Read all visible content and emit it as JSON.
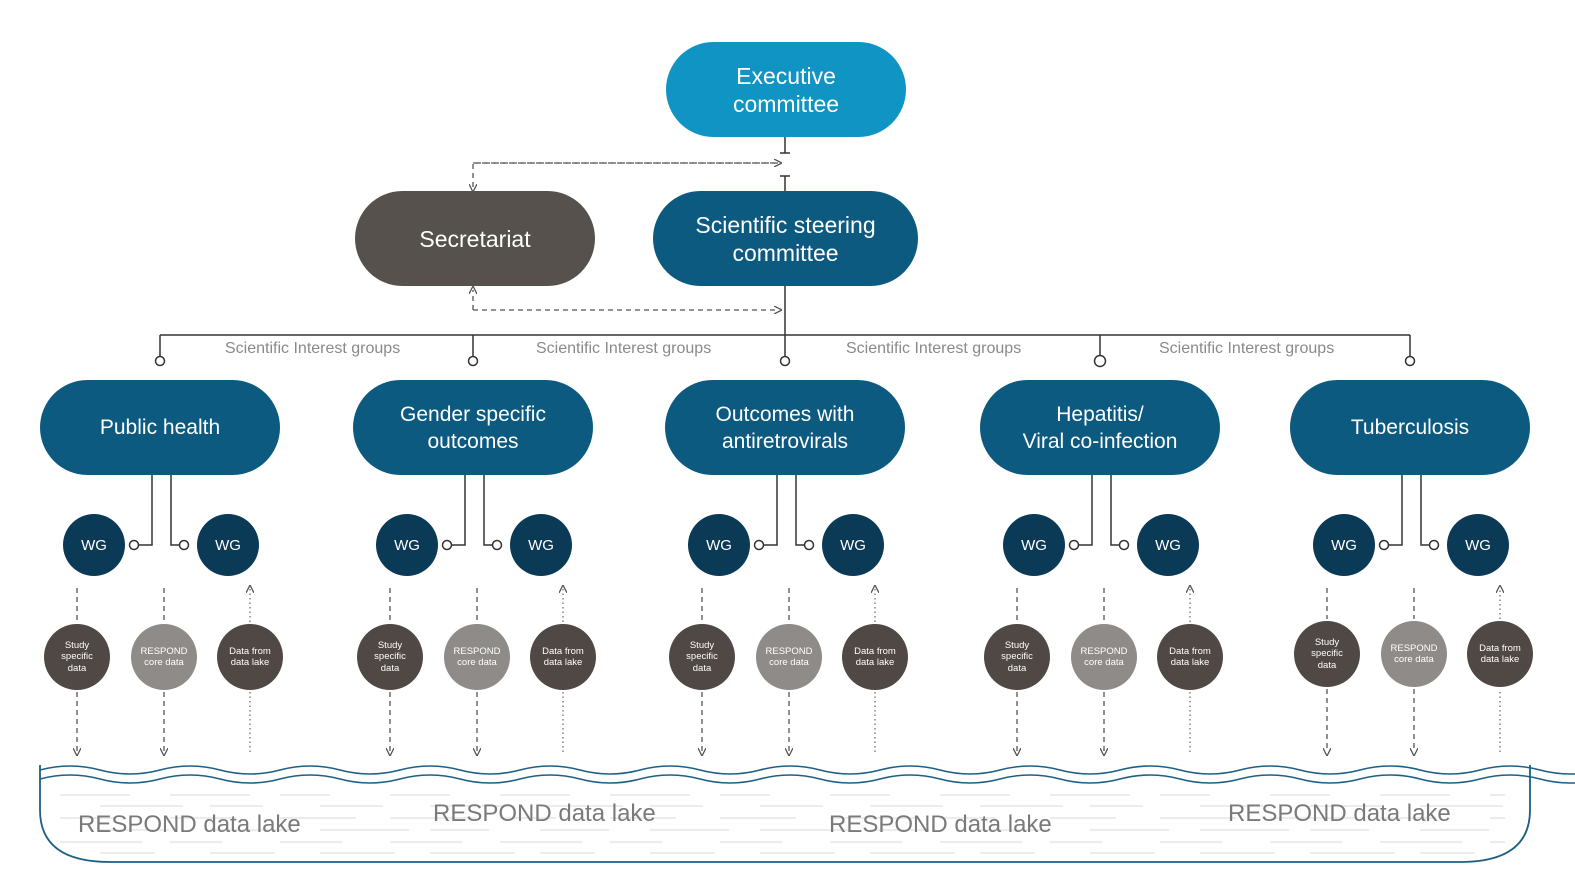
{
  "executive": {
    "label": "Executive\ncommittee"
  },
  "secretariat": {
    "label": "Secretariat"
  },
  "steering": {
    "label": "Scientific steering\ncommittee"
  },
  "sig_label": "Scientific Interest groups",
  "groups": [
    {
      "label": "Public health"
    },
    {
      "label": "Gender specific\noutcomes"
    },
    {
      "label": "Outcomes with\nantiretrovirals"
    },
    {
      "label": "Hepatitis/\nViral co-infection"
    },
    {
      "label": "Tuberculosis"
    }
  ],
  "wg_label": "WG",
  "data_circles": {
    "study": "Study\nspecific\ndata",
    "core": "RESPOND\ncore data",
    "lake": "Data from\ndata lake"
  },
  "lake_label": "RESPOND data lake",
  "colors": {
    "executive": "#0f94c4",
    "steering": "#0d5a80",
    "secretariat": "#57514d",
    "wg": "#0b3a57",
    "core": "#8f8b89",
    "lake_outline": "#1e5f84"
  }
}
